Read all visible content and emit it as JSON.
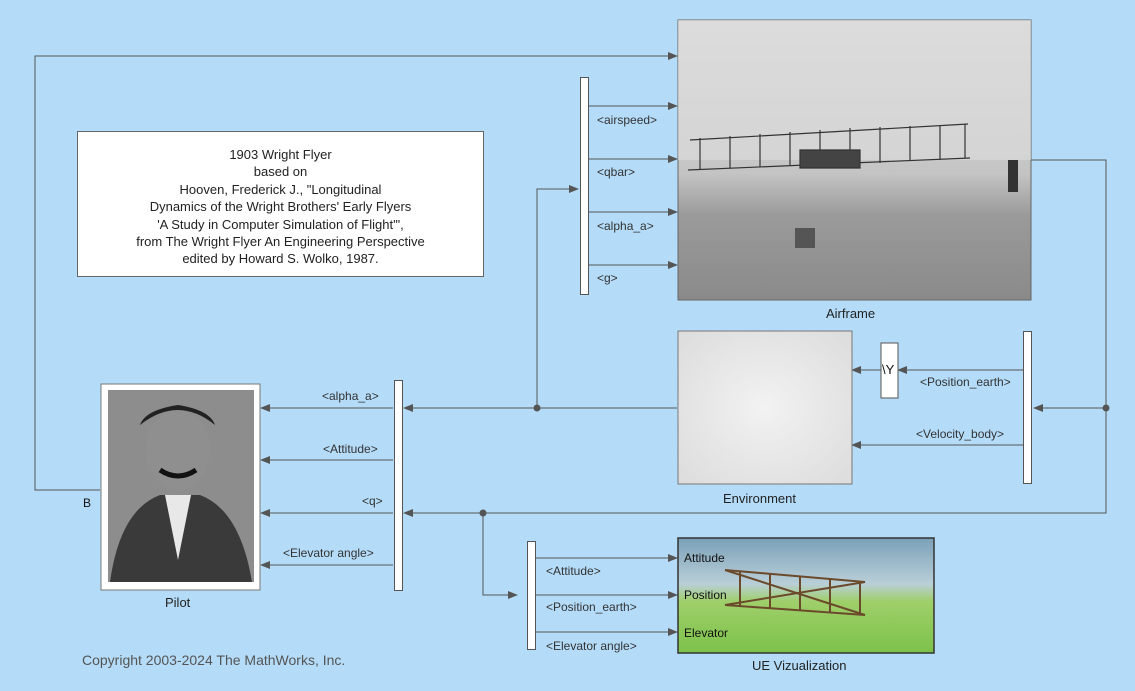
{
  "note": {
    "lines": [
      "1903 Wright Flyer",
      "based on",
      "Hooven, Frederick J., \"Longitudinal",
      "Dynamics of the Wright Brothers' Early Flyers",
      "'A Study in Computer Simulation of Flight'\",",
      "from The Wright Flyer An Engineering Perspective",
      "edited by Howard S. Wolko, 1987."
    ]
  },
  "blocks": {
    "airframe": "Airframe",
    "environment": "Environment",
    "pilot": "Pilot",
    "ue": "UE Vizualization"
  },
  "signals": {
    "airspeed": "<airspeed>",
    "qbar": "<qbar>",
    "alpha_a_top": "<alpha_a>",
    "g": "<g>",
    "position_earth_env": "<Position_earth>",
    "velocity_body": "<Velocity_body>",
    "alpha_a_pilot": "<alpha_a>",
    "attitude_pilot": "<Attitude>",
    "q": "<q>",
    "elevator_angle_pilot": "<Elevator angle>",
    "attitude_ue": "<Attitude>",
    "position_earth_ue": "<Position_earth>",
    "elevator_angle_ue": "<Elevator angle>"
  },
  "ports": {
    "pilot_B": "B",
    "ue_attitude": "Attitude",
    "ue_position": "Position",
    "ue_elevator": "Elevator",
    "transform_symbol": "\\Y"
  },
  "copyright": "Copyright 2003-2024 The MathWorks, Inc."
}
